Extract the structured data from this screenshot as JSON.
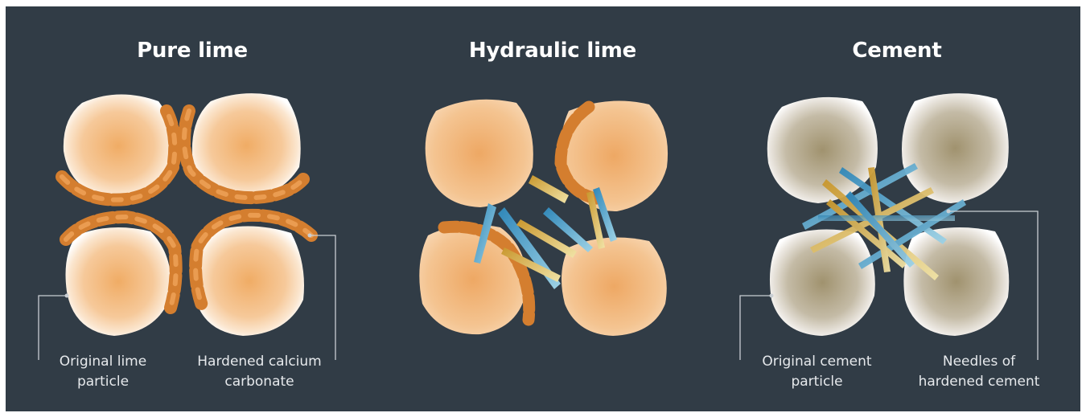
{
  "panels": [
    {
      "title": "Pure lime",
      "labels": [
        {
          "line1": "Original lime",
          "line2": "particle"
        },
        {
          "line1": "Hardened calcium",
          "line2": "carbonate"
        }
      ]
    },
    {
      "title": "Hydraulic lime",
      "labels": []
    },
    {
      "title": "Cement",
      "labels": [
        {
          "line1": "Original cement",
          "line2": "particle"
        },
        {
          "line1": "Needles of",
          "line2": "hardened cement"
        }
      ]
    }
  ],
  "colors": {
    "background": "#313c46",
    "lime_particle": "#f2b97a",
    "cement_particle": "#a99e86",
    "calcium_carbonate": "#e08a3a",
    "needle_blue": "#4aa6c8",
    "needle_gold": "#d6a840"
  }
}
